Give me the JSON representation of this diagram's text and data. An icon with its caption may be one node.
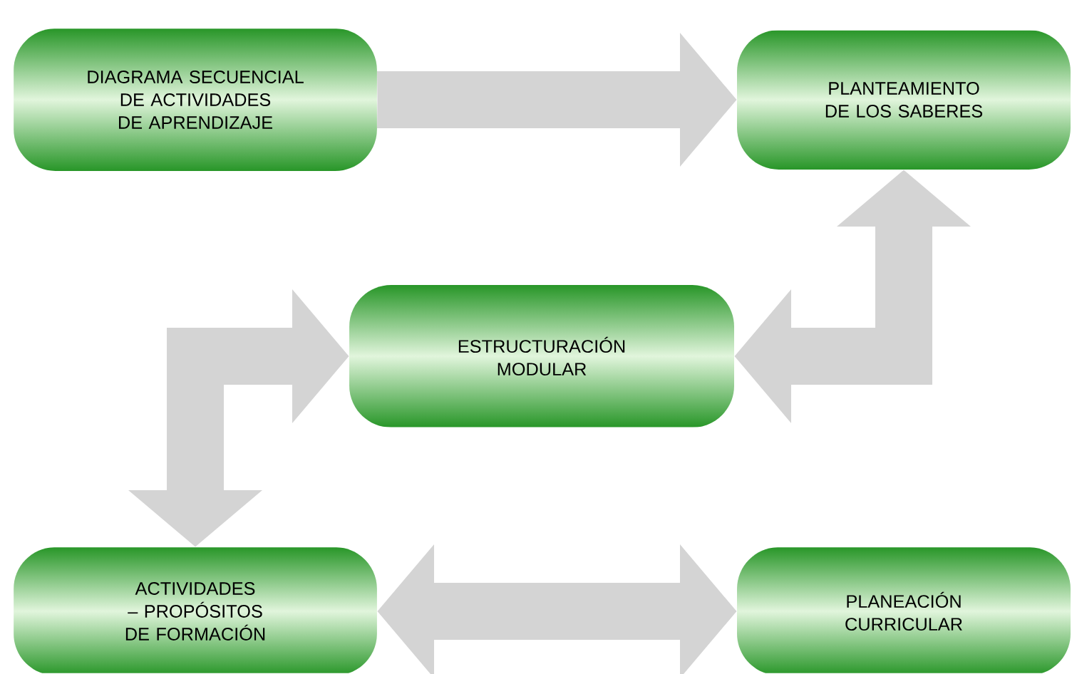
{
  "diagram": {
    "nodes": [
      {
        "text": [
          "DIAGRAMA SECUENCIAL DE ACTIVIDADES DE APRENDIZAJE"
        ]
      },
      {
        "text": [
          "PLANTEAMIENTO DE LOS SABERES"
        ]
      },
      {
        "text": [
          "ESTRUCTURACIÓN MODULAR"
        ]
      },
      {
        "text": [
          "ACTIVIDADES – PROPÓSITOS DE FORMACIÓN"
        ]
      },
      {
        "text": [
          "PLANEACIÓN CURRICULAR"
        ]
      }
    ],
    "edges": [
      {
        "from": 0,
        "to": 1,
        "arrow": "to"
      },
      {
        "from": 2,
        "to": 1,
        "arrow": "both"
      },
      {
        "from": 2,
        "to": 3,
        "arrow": "both"
      },
      {
        "from": 3,
        "to": 4,
        "arrow": "both"
      }
    ]
  }
}
